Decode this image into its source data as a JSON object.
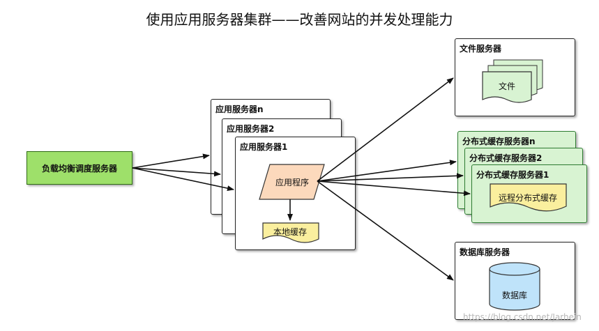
{
  "title": "使用应用服务器集群——改善网站的并发处理能力",
  "load_balancer": {
    "label": "负载均衡调度服务器"
  },
  "app_servers": {
    "labels": [
      "应用服务器n",
      "应用服务器2",
      "应用服务器1"
    ],
    "program": "应用程序",
    "local_cache": "本地缓存"
  },
  "file_server": {
    "label": "文件服务器",
    "file": "文件"
  },
  "cache_servers": {
    "labels": [
      "分布式缓存服务器n",
      "分布式缓存服务器2",
      "分布式缓存服务器1"
    ],
    "remote_cache": "远程分布式缓存"
  },
  "db_server": {
    "label": "数据库服务器",
    "db": "数据库"
  },
  "watermark": "https://blog.csdn.net/Jarhein",
  "colors": {
    "load_balancer_fill": "#9ee06a",
    "program_fill": "#fcd9bc",
    "cache_fill": "#faef9e",
    "cache_server_fill": "#d8f3d2",
    "database_fill": "#bfe3fa",
    "file_fill": "#d8f3d2"
  }
}
